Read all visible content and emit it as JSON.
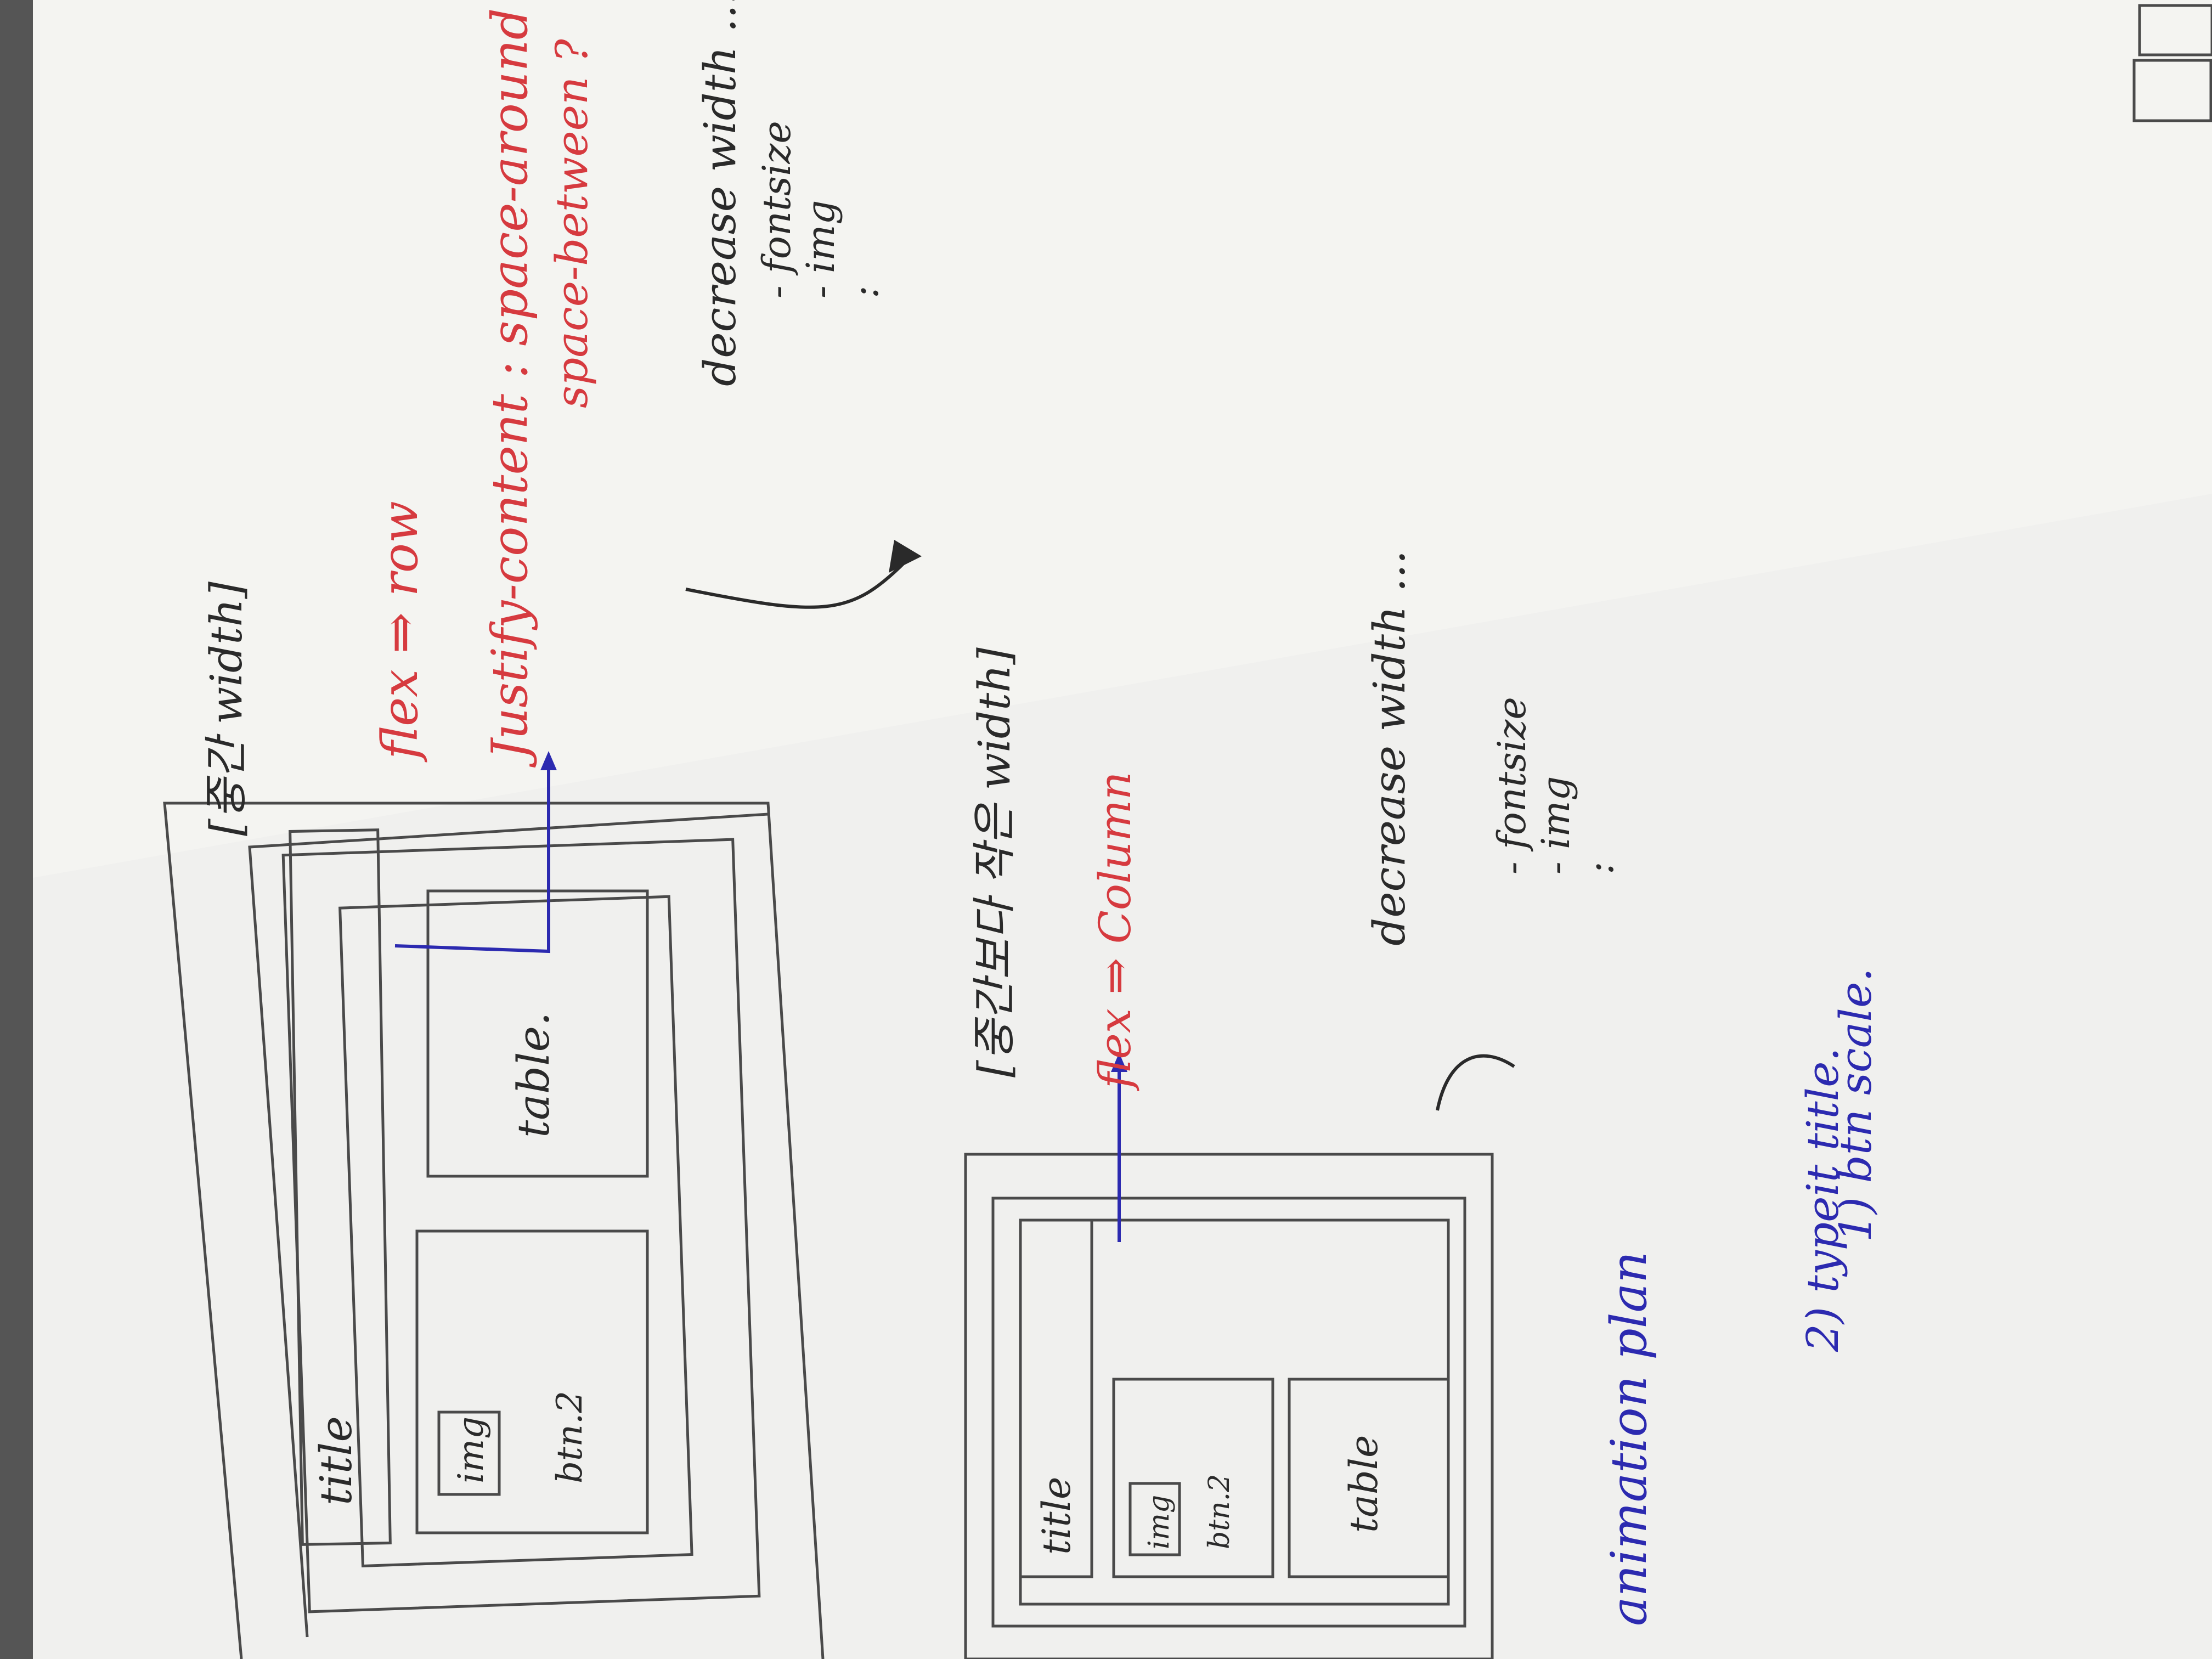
{
  "sketch_top": {
    "heading": "[중간 width]",
    "box_title": "title",
    "box_img": "img",
    "box_btn": "btn.2",
    "box_table": "table.",
    "flex_note": "flex ⇒ row",
    "justify_note": "Justify-content : space-around ?",
    "justify_alt": "space-between ?",
    "decrease_note": "decrease width ...",
    "decrease_items": [
      "- fontsize",
      "- img",
      ":"
    ]
  },
  "sketch_bottom": {
    "heading": "[중간보다 작은 width]",
    "box_title": "title",
    "box_img": "img",
    "box_btn": "btn.2",
    "box_table": "table",
    "flex_note": "flex ⇒ Column",
    "decrease_note": "decrease width ...",
    "decrease_items": [
      "- fontsize",
      "- img",
      ":"
    ]
  },
  "animation_plan": {
    "title": "animation plan",
    "items": [
      "1) btn scale.",
      "2) typeit title."
    ]
  },
  "colors": {
    "paper": "#f0f0ee",
    "pencil": "#4a4a4a",
    "red_pen": "#d63a3f",
    "blue_pen": "#2c2ab0",
    "black_pen": "#2a2a2a"
  }
}
